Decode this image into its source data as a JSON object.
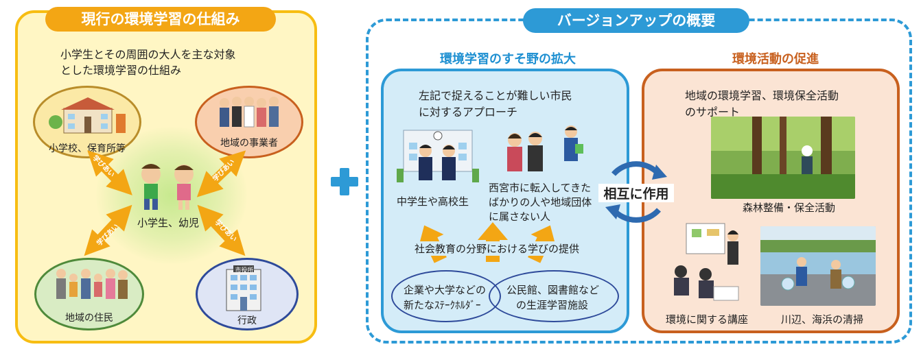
{
  "left": {
    "title": "現行の環境学習の仕組み",
    "description_line1": "小学生とその周囲の大人を主な対象",
    "description_line2": "とした環境学習の仕組み",
    "center_label": "小学生、幼児",
    "nodes": {
      "schools": "小学校、保育所等",
      "businesses": "地域の事業者",
      "residents": "地域の住民",
      "government": "行政"
    },
    "arrow_label": "学びあい",
    "government_sign": "市役所"
  },
  "right": {
    "title": "バージョンアップの概要",
    "blue": {
      "heading": "環境学習のすそ野の拡大",
      "intro_line1": "左記で捉えることが難しい市民",
      "intro_line2": "に対するアプローチ",
      "students_label": "中学生や高校生",
      "newcomers_line1": "西宮市に転入してきた",
      "newcomers_line2": "ばかりの人や地域団体",
      "newcomers_line3": "に属さない人",
      "provision_label": "社会教育の分野における学びの提供",
      "stakeholders_line1": "企業や大学などの",
      "stakeholders_line2": "新たなｽﾃｰｸﾎﾙﾀﾞｰ",
      "facilities_line1": "公民館、図書館など",
      "facilities_line2": "の生涯学習施設"
    },
    "interaction_label": "相互に作用",
    "orange": {
      "heading": "環境活動の促進",
      "intro_line1": "地域の環境学習、環境保全活動",
      "intro_line2": "のサポート",
      "forest_label": "森林整備・保全活動",
      "lecture_label": "環境に関する講座",
      "cleanup_label": "川辺、海浜の清掃"
    }
  },
  "colors": {
    "left_accent": "#f3a614",
    "left_border": "#f7bd12",
    "blue_accent": "#2d9ad6",
    "orange_accent": "#c8601e",
    "arrow": "#f3a614"
  }
}
